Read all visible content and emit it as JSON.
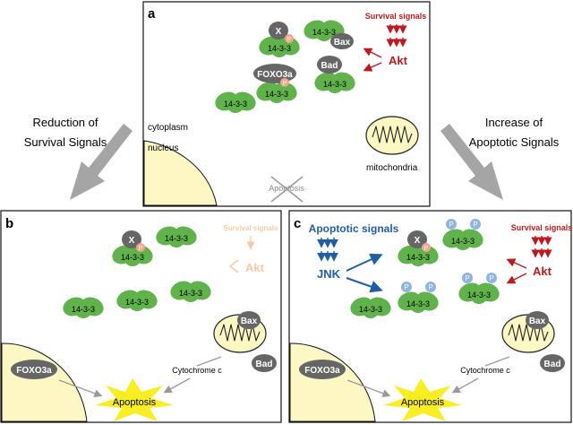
{
  "panel_a": {
    "letter": "a",
    "survival_signals": "Survival signals",
    "akt": "Akt",
    "x": "X",
    "p": "P",
    "foxo3a": "FOXO3a",
    "bax": "Bax",
    "bad": "Bad",
    "protein_1433": "14-3-3",
    "cytoplasm": "cytoplasm",
    "nucleus": "nucleus",
    "mitochondria": "mitochondria",
    "apoptosis": "Apoptosis"
  },
  "transitions": {
    "left": [
      "Reduction of",
      "Survival Signals"
    ],
    "right": [
      "Increase of",
      "Apoptotic Signals"
    ]
  },
  "panel_b": {
    "letter": "b",
    "survival_signals": "Survival signals",
    "akt": "Akt",
    "x": "X",
    "p": "P",
    "protein_1433": "14-3-3",
    "bax": "Bax",
    "bad": "Bad",
    "foxo3a": "FOXO3a",
    "cytochrome_c": "Cytochrome c",
    "apoptosis": "Apoptosis"
  },
  "panel_c": {
    "letter": "c",
    "apoptotic_signals": "Apoptotic signals",
    "jnk": "JNK",
    "survival_signals": "Survival signals",
    "akt": "Akt",
    "x": "X",
    "p": "P",
    "protein_1433": "14-3-3",
    "bax": "Bax",
    "bad": "Bad",
    "foxo3a": "FOXO3a",
    "cytochrome_c": "Cytochrome c",
    "apoptosis": "Apoptosis"
  },
  "colors": {
    "protein_green": "#5fb34a",
    "protein_dark": "#666666",
    "phospho_orange": "#f4a58a",
    "phospho_blue": "#8fb3e3",
    "survival_red": "#c0181e",
    "survival_faded": "#f6c9a6",
    "apoptotic_blue": "#1f5fa6",
    "nucleus_fill": "#fdf7c4",
    "apoptosis_star": "#f9ee22",
    "transition_arrow": "#a5a5a5"
  }
}
